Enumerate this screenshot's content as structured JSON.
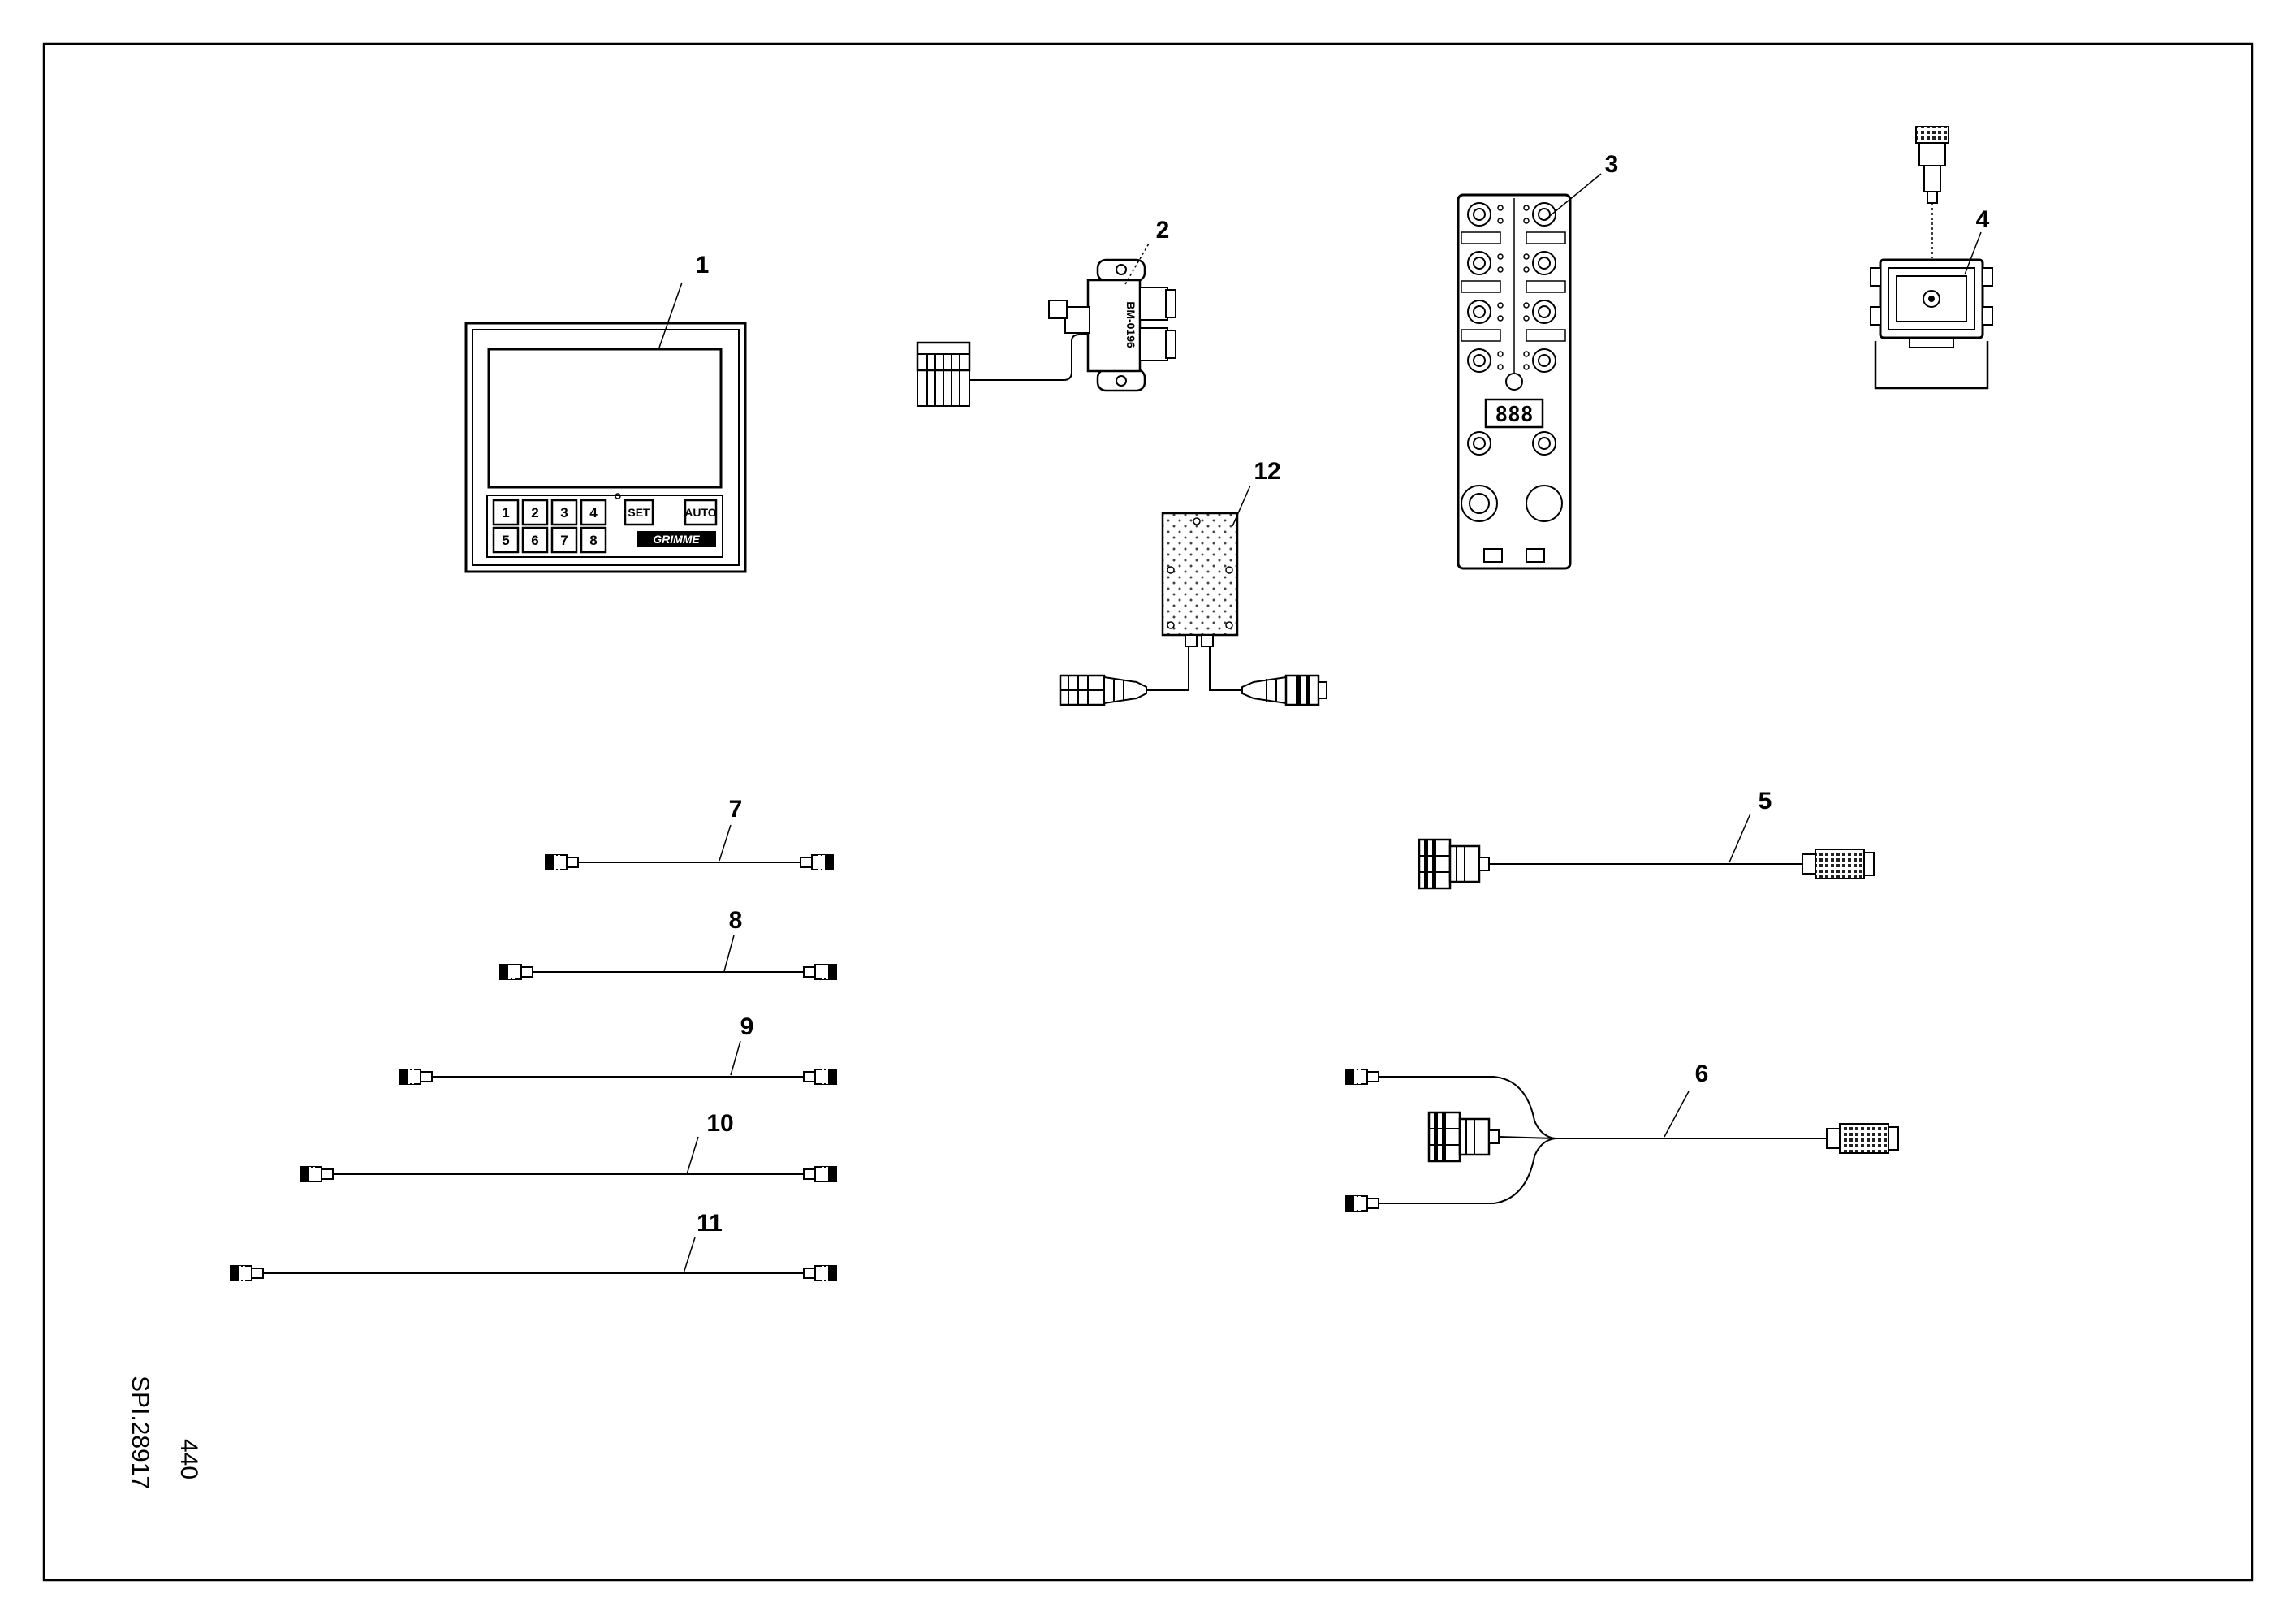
{
  "callouts": {
    "p1": "1",
    "p2": "2",
    "p3": "3",
    "p4": "4",
    "p5": "5",
    "p6": "6",
    "p7": "7",
    "p8": "8",
    "p9": "9",
    "p10": "10",
    "p11": "11",
    "p12": "12"
  },
  "terminal": {
    "keys": [
      "1",
      "2",
      "3",
      "4",
      "5",
      "6",
      "7",
      "8"
    ],
    "set_label": "SET",
    "auto_label": "AUTO",
    "brand": "GRIMME"
  },
  "splitter_marking": "BM-0196",
  "io_module_display": "888",
  "drawing_id": "SPI.28917",
  "page_number": "440"
}
